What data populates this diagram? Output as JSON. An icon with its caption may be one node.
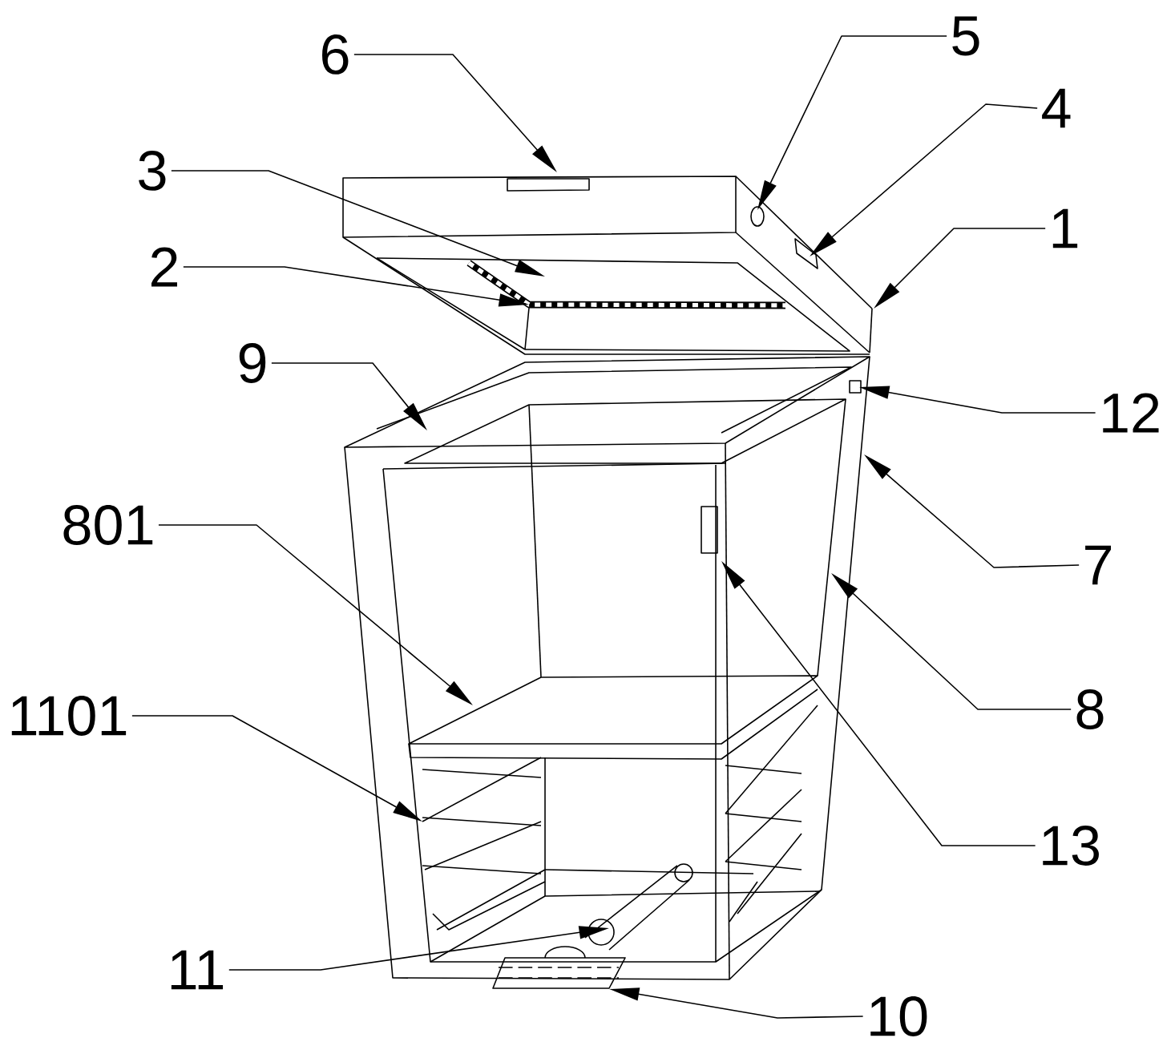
{
  "diagram": {
    "nodes": [
      {
        "text": [
          "5"
        ]
      },
      {
        "text": [
          "6"
        ]
      },
      {
        "text": [
          "4"
        ]
      },
      {
        "text": [
          "3"
        ]
      },
      {
        "text": [
          "1"
        ]
      },
      {
        "text": [
          "2"
        ]
      },
      {
        "text": [
          "9"
        ]
      },
      {
        "text": [
          "12"
        ]
      },
      {
        "text": [
          "801"
        ]
      },
      {
        "text": [
          "7"
        ]
      },
      {
        "text": [
          "8"
        ]
      },
      {
        "text": [
          "1101"
        ]
      },
      {
        "text": [
          "13"
        ]
      },
      {
        "text": [
          "11"
        ]
      },
      {
        "text": [
          "10"
        ]
      }
    ],
    "edges": [
      {
        "from": 0,
        "to": null,
        "arrow": "to"
      },
      {
        "from": 1,
        "to": null,
        "arrow": "to"
      },
      {
        "from": 2,
        "to": null,
        "arrow": "to"
      },
      {
        "from": 3,
        "to": null,
        "arrow": "to"
      },
      {
        "from": 4,
        "to": null,
        "arrow": "to"
      },
      {
        "from": 5,
        "to": null,
        "arrow": "to"
      },
      {
        "from": 6,
        "to": null,
        "arrow": "to"
      },
      {
        "from": 7,
        "to": null,
        "arrow": "to"
      },
      {
        "from": 8,
        "to": null,
        "arrow": "to"
      },
      {
        "from": 9,
        "to": null,
        "arrow": "to"
      },
      {
        "from": 10,
        "to": null,
        "arrow": "to"
      },
      {
        "from": 11,
        "to": null,
        "arrow": "to"
      },
      {
        "from": 12,
        "to": null,
        "arrow": "to"
      },
      {
        "from": 13,
        "to": null,
        "arrow": "to"
      },
      {
        "from": 14,
        "to": null,
        "arrow": "to"
      }
    ]
  }
}
